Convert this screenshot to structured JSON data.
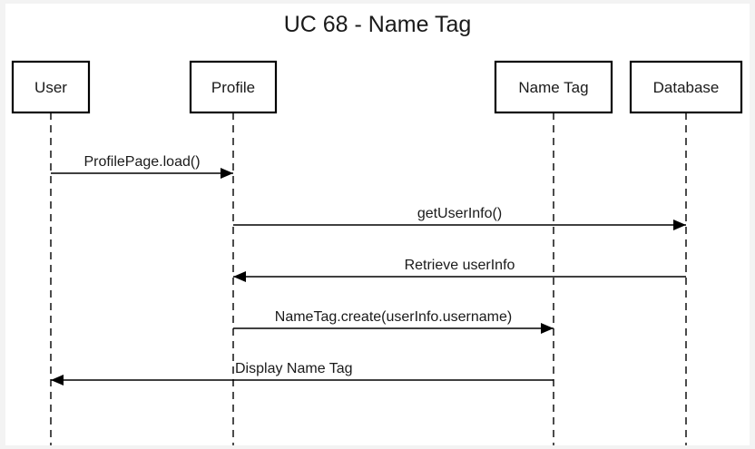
{
  "diagram": {
    "title": "UC 68 - Name Tag",
    "participants": [
      {
        "id": "user",
        "label": "User"
      },
      {
        "id": "profile",
        "label": "Profile"
      },
      {
        "id": "nametag",
        "label": "Name Tag"
      },
      {
        "id": "database",
        "label": "Database"
      }
    ],
    "messages": [
      {
        "from": "user",
        "to": "profile",
        "label": "ProfilePage.load()"
      },
      {
        "from": "profile",
        "to": "database",
        "label": "getUserInfo()"
      },
      {
        "from": "database",
        "to": "profile",
        "label": "Retrieve userInfo"
      },
      {
        "from": "profile",
        "to": "nametag",
        "label": "NameTag.create(userInfo.username)"
      },
      {
        "from": "nametag",
        "to": "user",
        "label": "Display Name Tag"
      }
    ],
    "colors": {
      "background": "#f3f3f3",
      "canvas": "#ffffff",
      "stroke": "#000000",
      "text": "#1a1a1a"
    }
  }
}
